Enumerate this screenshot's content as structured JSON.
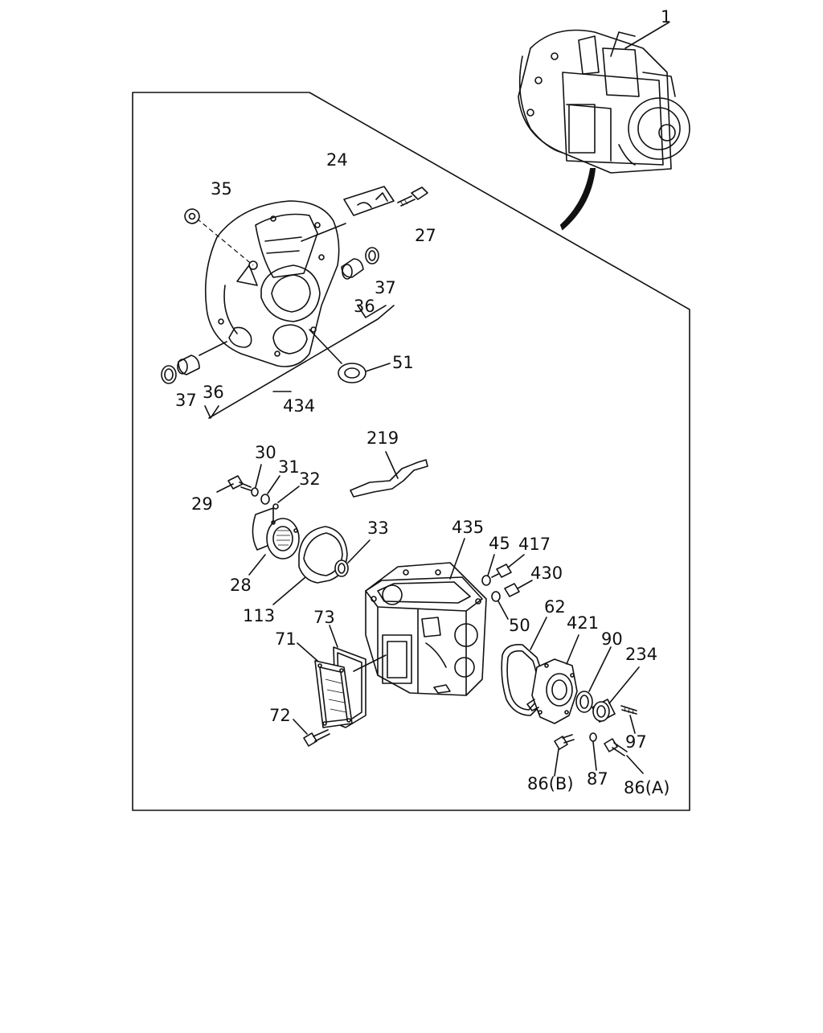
{
  "labels": {
    "l1": "1",
    "l24": "24",
    "l35": "35",
    "l27": "27",
    "l37a": "37",
    "l36a": "36",
    "l51": "51",
    "l37b": "37",
    "l36b": "36",
    "l434": "434",
    "l219": "219",
    "l30": "30",
    "l31": "31",
    "l32": "32",
    "l29": "29",
    "l33": "33",
    "l435": "435",
    "l45": "45",
    "l417": "417",
    "l430": "430",
    "l28": "28",
    "l113": "113",
    "l50": "50",
    "l62": "62",
    "l73": "73",
    "l421": "421",
    "l90": "90",
    "l71": "71",
    "l234": "234",
    "l72": "72",
    "l97": "97",
    "l86b": "86(B)",
    "l87": "87",
    "l86a": "86(A)"
  }
}
